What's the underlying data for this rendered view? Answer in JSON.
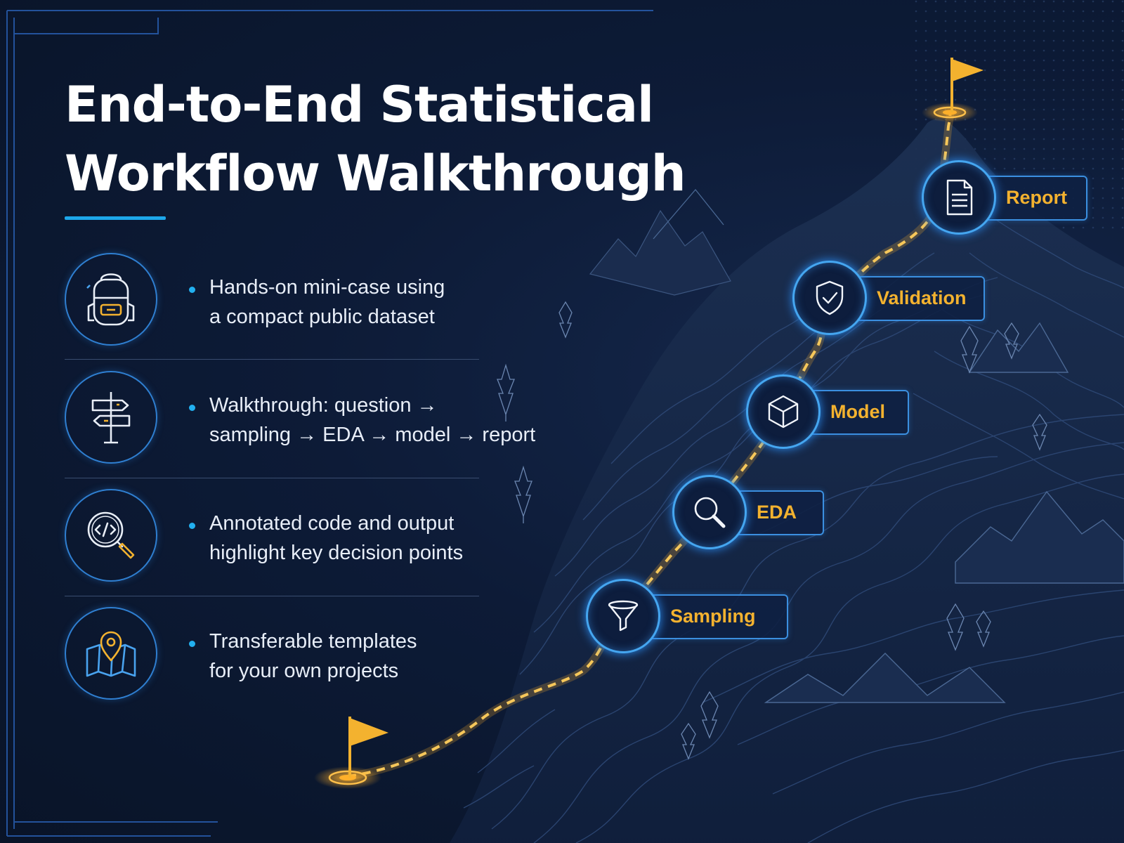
{
  "title": {
    "line1": "End-to-End Statistical",
    "line2": "Workflow Walkthrough"
  },
  "features": [
    {
      "icon": "backpack-icon",
      "lines": [
        "Hands-on mini-case using",
        "a compact public dataset"
      ]
    },
    {
      "icon": "signpost-icon",
      "lines": [
        "Walkthrough: question →",
        "sampling → EDA → model → report"
      ]
    },
    {
      "icon": "code-magnifier-icon",
      "lines": [
        "Annotated code and output",
        "highlight key decision points"
      ]
    },
    {
      "icon": "map-pin-icon",
      "lines": [
        "Transferable templates",
        "for your own projects"
      ]
    }
  ],
  "stages": [
    {
      "label": "Sampling",
      "icon": "funnel-icon"
    },
    {
      "label": "EDA",
      "icon": "magnifier-icon"
    },
    {
      "label": "Model",
      "icon": "cube-icon"
    },
    {
      "label": "Validation",
      "icon": "shield-check-icon"
    },
    {
      "label": "Report",
      "icon": "document-icon"
    }
  ],
  "colors": {
    "background": "#0b1730",
    "accent_blue": "#1da7ea",
    "accent_gold": "#f3b22f",
    "text": "#ffffff"
  }
}
